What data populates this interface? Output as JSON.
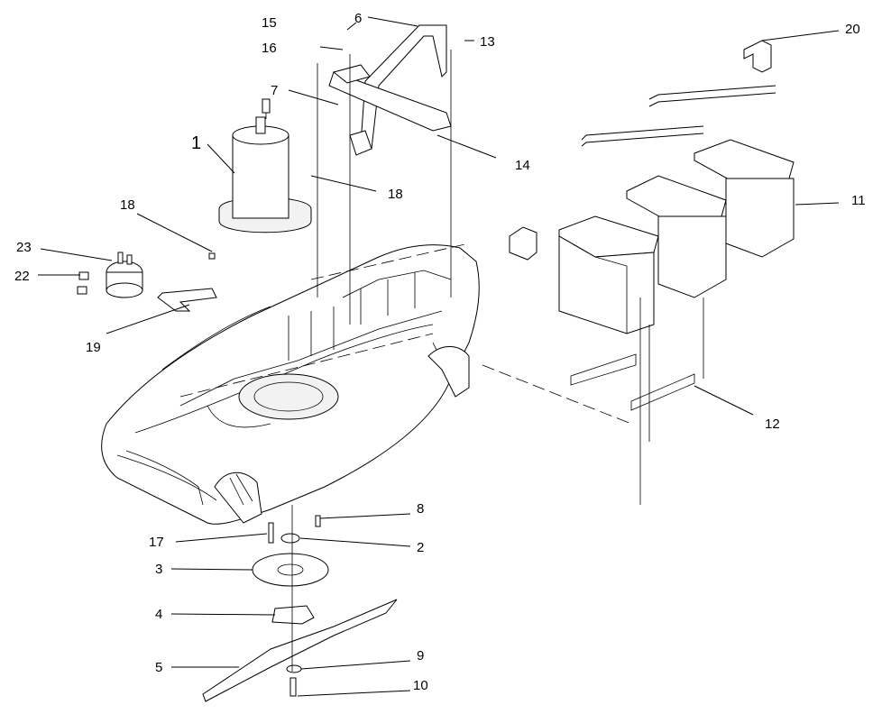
{
  "callouts": {
    "c1": "1",
    "c2": "2",
    "c3": "3",
    "c4": "4",
    "c5": "5",
    "c6": "6",
    "c7": "7",
    "c8": "8",
    "c9": "9",
    "c10": "10",
    "c11": "11",
    "c12": "12",
    "c13": "13",
    "c14": "14",
    "c15": "15",
    "c16": "16",
    "c17": "17",
    "c18a": "18",
    "c18b": "18",
    "c19": "19",
    "c20": "20",
    "c22": "22",
    "c23": "23"
  }
}
